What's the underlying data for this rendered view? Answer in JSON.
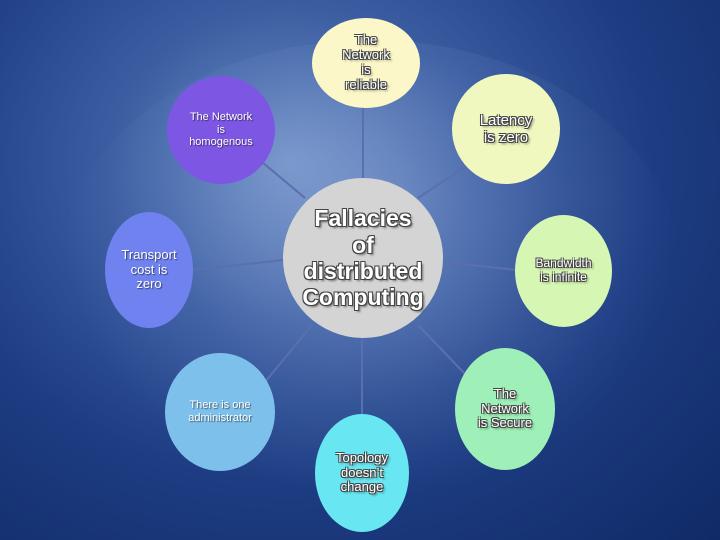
{
  "center": {
    "lines": [
      "Fallacies",
      "of",
      "distributed",
      "Computing"
    ]
  },
  "nodes": {
    "reliable": {
      "lines": [
        "The",
        "Network",
        "is",
        "reliable"
      ],
      "color": "#fbf7c8"
    },
    "latency": {
      "lines": [
        "Latency",
        "is zero"
      ],
      "color": "#f0f7bf"
    },
    "homogenous": {
      "lines": [
        "The Network",
        "is",
        "homogenous"
      ],
      "color": "#7d57e4"
    },
    "transport": {
      "lines": [
        "Transport",
        "cost is",
        "zero"
      ],
      "color": "#6f82f0"
    },
    "bandwidth": {
      "lines": [
        "Bandwidth",
        "is infinite"
      ],
      "color": "#d6f6b4"
    },
    "administrator": {
      "lines": [
        "There is one",
        "administrator"
      ],
      "color": "#7ec0ec"
    },
    "secure": {
      "lines": [
        "The",
        "Network",
        "is Secure"
      ],
      "color": "#9ef0b8"
    },
    "topology": {
      "lines": [
        "Topology",
        "doesn’t",
        "change"
      ],
      "color": "#68e7f3"
    }
  },
  "colors": {
    "center": "#d4d4d4",
    "connector": "#5a6fb0",
    "background": "#1d3c82"
  }
}
